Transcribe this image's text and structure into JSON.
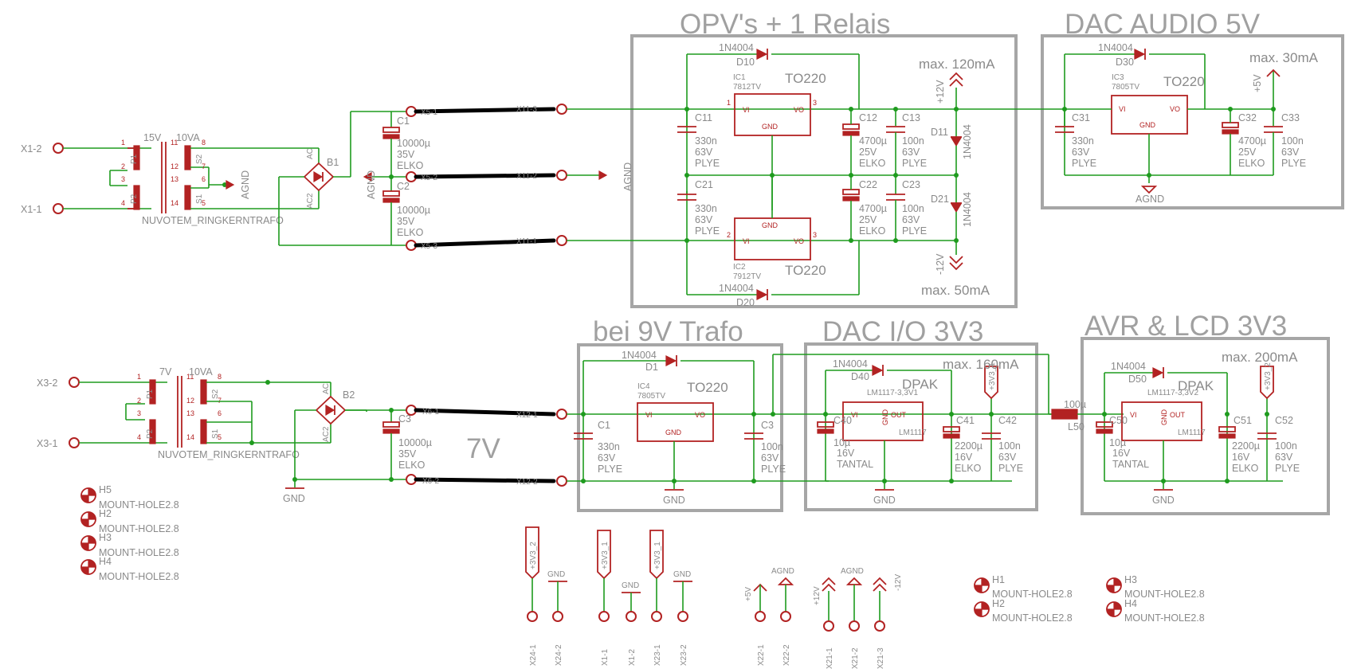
{
  "titles": {
    "opv": "OPV's + 1 Relais",
    "dac_audio": "DAC AUDIO 5V",
    "bei9v": "bei 9V Trafo",
    "dac_io": "DAC I/O 3V3",
    "avr": "AVR & LCD 3V3",
    "seven_v": "7V"
  },
  "notes": {
    "max120": "max. 120mA",
    "max50": "max. 50mA",
    "max30": "max. 30mA",
    "max160": "max. 160mA",
    "max200": "max. 200mA"
  },
  "transformer1": {
    "name": "NUVOTEM_RINGKERNTRAFO",
    "v": "15V",
    "va": "10VA",
    "p1": "P1",
    "p2": "P2",
    "s1": "S1",
    "s2": "S2"
  },
  "transformer2": {
    "name": "NUVOTEM_RINGKERNTRAFO",
    "v": "7V",
    "va": "10VA",
    "p1": "P1",
    "p2": "P2",
    "s1": "S1",
    "s2": "S2"
  },
  "connectors": {
    "x1_2": "X1-2",
    "x1_1": "X1-1",
    "x3_2": "X3-2",
    "x3_1": "X3-1",
    "x5_1": "X5-1",
    "x5_2": "X5-2",
    "x5_3": "X5-3",
    "x11_3": "X11-3",
    "x11_2": "X11-2",
    "x11_1": "X11-1",
    "x6_1": "X6-1",
    "x6_2": "X6-2",
    "x12_1": "X12-1",
    "x12_2": "X12-2"
  },
  "bridges": {
    "b1": "B1",
    "b2": "B2",
    "ac": "AC",
    "ac2": "AC2",
    "plus": "+",
    "minus": "-"
  },
  "supply": {
    "agnd": "AGND",
    "gnd": "GND",
    "p12v": "+12V",
    "m12v": "-12V",
    "p5v": "+5V",
    "p3v3_1": "+3V3_1",
    "p3v3_2": "+3V3_2"
  },
  "caps": {
    "c1_top": {
      "name": "C1",
      "v1": "10000µ",
      "v2": "35V",
      "v3": "ELKO"
    },
    "c2": {
      "name": "C2",
      "v1": "10000µ",
      "v2": "35V",
      "v3": "ELKO"
    },
    "c3_left": {
      "name": "C3",
      "v1": "10000µ",
      "v2": "35V",
      "v3": "ELKO"
    },
    "c11": {
      "name": "C11",
      "v1": "330n",
      "v2": "63V",
      "v3": "PLYE"
    },
    "c21": {
      "name": "C21",
      "v1": "330n",
      "v2": "63V",
      "v3": "PLYE"
    },
    "c12": {
      "name": "C12",
      "v1": "4700µ",
      "v2": "25V",
      "v3": "ELKO"
    },
    "c13": {
      "name": "C13",
      "v1": "100n",
      "v2": "63V",
      "v3": "PLYE"
    },
    "c22": {
      "name": "C22",
      "v1": "4700µ",
      "v2": "25V",
      "v3": "ELKO"
    },
    "c23": {
      "name": "C23",
      "v1": "100n",
      "v2": "63V",
      "v3": "PLYE"
    },
    "c31": {
      "name": "C31",
      "v1": "330n",
      "v2": "63V",
      "v3": "PLYE"
    },
    "c32": {
      "name": "C32",
      "v1": "4700µ",
      "v2": "25V",
      "v3": "ELKO"
    },
    "c33": {
      "name": "C33",
      "v1": "100n",
      "v2": "63V",
      "v3": "PLYE"
    },
    "c1_low": {
      "name": "C1",
      "v1": "330n",
      "v2": "63V",
      "v3": "PLYE"
    },
    "c3_low": {
      "name": "C3",
      "v1": "100n",
      "v2": "63V",
      "v3": "PLYE"
    },
    "c40": {
      "name": "C40",
      "v1": "10µ",
      "v2": "16V",
      "v3": "TANTAL"
    },
    "c41": {
      "name": "C41",
      "v1": "2200µ",
      "v2": "16V",
      "v3": "ELKO"
    },
    "c42": {
      "name": "C42",
      "v1": "100n",
      "v2": "63V",
      "v3": "PLYE"
    },
    "c50": {
      "name": "C50",
      "v1": "10µ",
      "v2": "16V",
      "v3": "TANTAL"
    },
    "c51": {
      "name": "C51",
      "v1": "2200µ",
      "v2": "16V",
      "v3": "ELKO"
    },
    "c52": {
      "name": "C52",
      "v1": "100n",
      "v2": "63V",
      "v3": "PLYE"
    }
  },
  "diodes": {
    "d10": "D10",
    "d20": "D20",
    "d11": "D11",
    "d21": "D21",
    "d30": "D30",
    "d1": "D1",
    "d40": "D40",
    "d50": "D50",
    "type": "1N4004"
  },
  "regs": {
    "ic1": {
      "name": "IC1",
      "part": "7812TV",
      "pkg": "TO220"
    },
    "ic2": {
      "name": "IC2",
      "part": "7912TV",
      "pkg": "TO220"
    },
    "ic3": {
      "name": "IC3",
      "part": "7805TV",
      "pkg": "TO220"
    },
    "ic4": {
      "name": "IC4",
      "part": "7805TV",
      "pkg": "TO220"
    },
    "ldo1": {
      "part": "LM1117-3,3V1",
      "pkg": "DPAK",
      "sub": "LM1117"
    },
    "ldo2": {
      "part": "LM1117-3,3V2",
      "pkg": "DPAK",
      "sub": "LM1117"
    },
    "vi": "VI",
    "vo": "VO",
    "gnd": "GND",
    "out": "OUT"
  },
  "inductor": {
    "name": "L50",
    "value": "100µ"
  },
  "mount": {
    "h5": "H5",
    "h2": "H2",
    "h3": "H3",
    "h4": "H4",
    "h1": "H1",
    "label": "MOUNT-HOLE2.8"
  },
  "bottom_pins": {
    "x24_1": "X24-1",
    "x24_2": "X24-2",
    "x1_1": "X1-1",
    "x1_2": "X1-2",
    "x23_1": "X23-1",
    "x23_2": "X23-2",
    "x22_1": "X22-1",
    "x22_2": "X22-2",
    "x21_1": "X21-1",
    "x21_2": "X21-2",
    "x21_3": "X21-3"
  }
}
